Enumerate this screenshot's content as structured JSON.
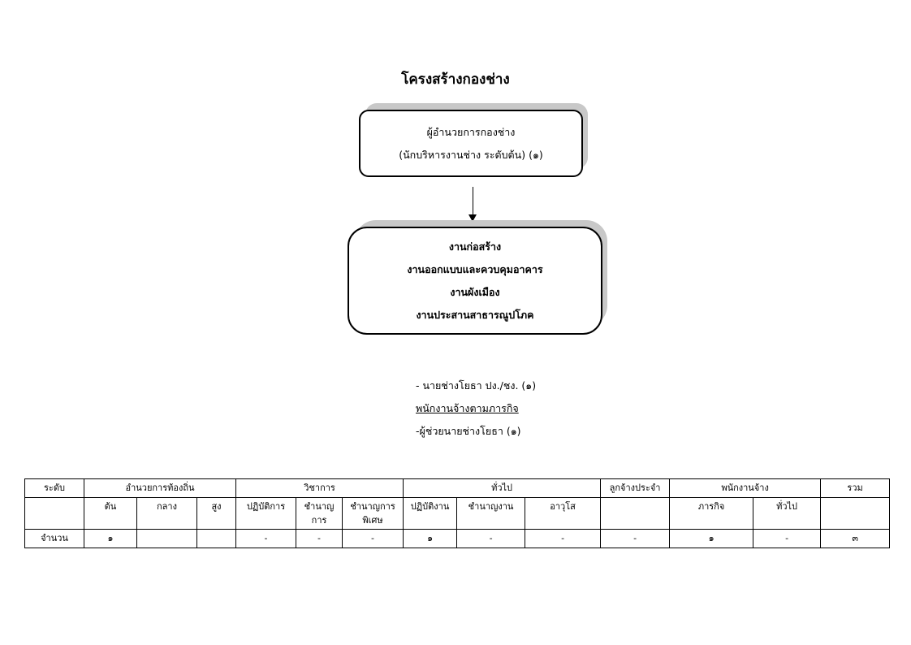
{
  "title": "โครงสร้างกองช่าง",
  "director_box": {
    "line1": "ผู้อำนวยการกองช่าง",
    "line2": "(นักบริหารงานช่าง ระดับต้น) (๑)"
  },
  "units_box": {
    "lines": [
      "งานก่อสร้าง",
      "งานออกแบบและควบคุมอาคาร",
      "งานผังเมือง",
      "งานประสานสาธารณูปโภค"
    ]
  },
  "notes": {
    "line1": "- นายช่างโยธา ปง./ชง. (๑)",
    "line2": "พนักงานจ้างตามภารกิจ",
    "line3": "-ผู้ช่วยนายช่างโยธา (๑)"
  },
  "table": {
    "header1": {
      "level": "ระดับ",
      "local_admin": "อำนวยการท้องถิ่น",
      "academic": "วิชาการ",
      "general": "ทั่วไป",
      "permanent_employee": "ลูกจ้างประจำ",
      "contract_staff": "พนักงานจ้าง",
      "total": "รวม"
    },
    "header2": {
      "admin_low": "ต้น",
      "admin_mid": "กลาง",
      "admin_high": "สูง",
      "acad_practitioner": "ปฏิบัติการ",
      "acad_professional": "ชำนาญการ",
      "acad_senior": "ชำนาญการพิเศษ",
      "gen_operator": "ปฏิบัติงาน",
      "gen_skilled": "ชำนาญงาน",
      "gen_senior": "อาวุโส",
      "contract_mission": "ภารกิจ",
      "contract_general": "ทั่วไป"
    },
    "count_row": {
      "label": "จำนวน",
      "values": [
        "๑",
        "",
        "",
        "-",
        "-",
        "-",
        "๑",
        "-",
        "-",
        "-",
        "๑",
        "-",
        "๓"
      ]
    }
  }
}
